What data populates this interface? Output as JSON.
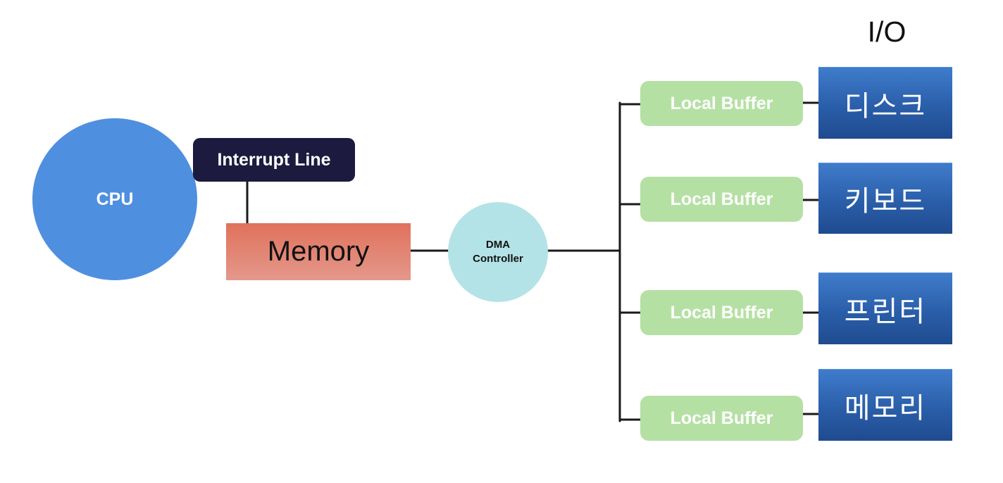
{
  "cpu": {
    "label": "CPU"
  },
  "interrupt_line": {
    "label": "Interrupt Line"
  },
  "memory": {
    "label": "Memory"
  },
  "dma_controller": {
    "line1": "DMA",
    "line2": "Controller"
  },
  "io": {
    "title": "I/O",
    "devices": [
      {
        "buffer_label": "Local Buffer",
        "device_label": "디스크"
      },
      {
        "buffer_label": "Local Buffer",
        "device_label": "키보드"
      },
      {
        "buffer_label": "Local Buffer",
        "device_label": "프린터"
      },
      {
        "buffer_label": "Local Buffer",
        "device_label": "메모리"
      }
    ]
  },
  "colors": {
    "cpu": "#4f8fdf",
    "interrupt_line": "#1c1a3e",
    "memory": "#e0715c",
    "dma_controller": "#b3e3e6",
    "local_buffer": "#b5e0a4",
    "device": "#2a5ea9",
    "connector": "#1a1a1a"
  }
}
